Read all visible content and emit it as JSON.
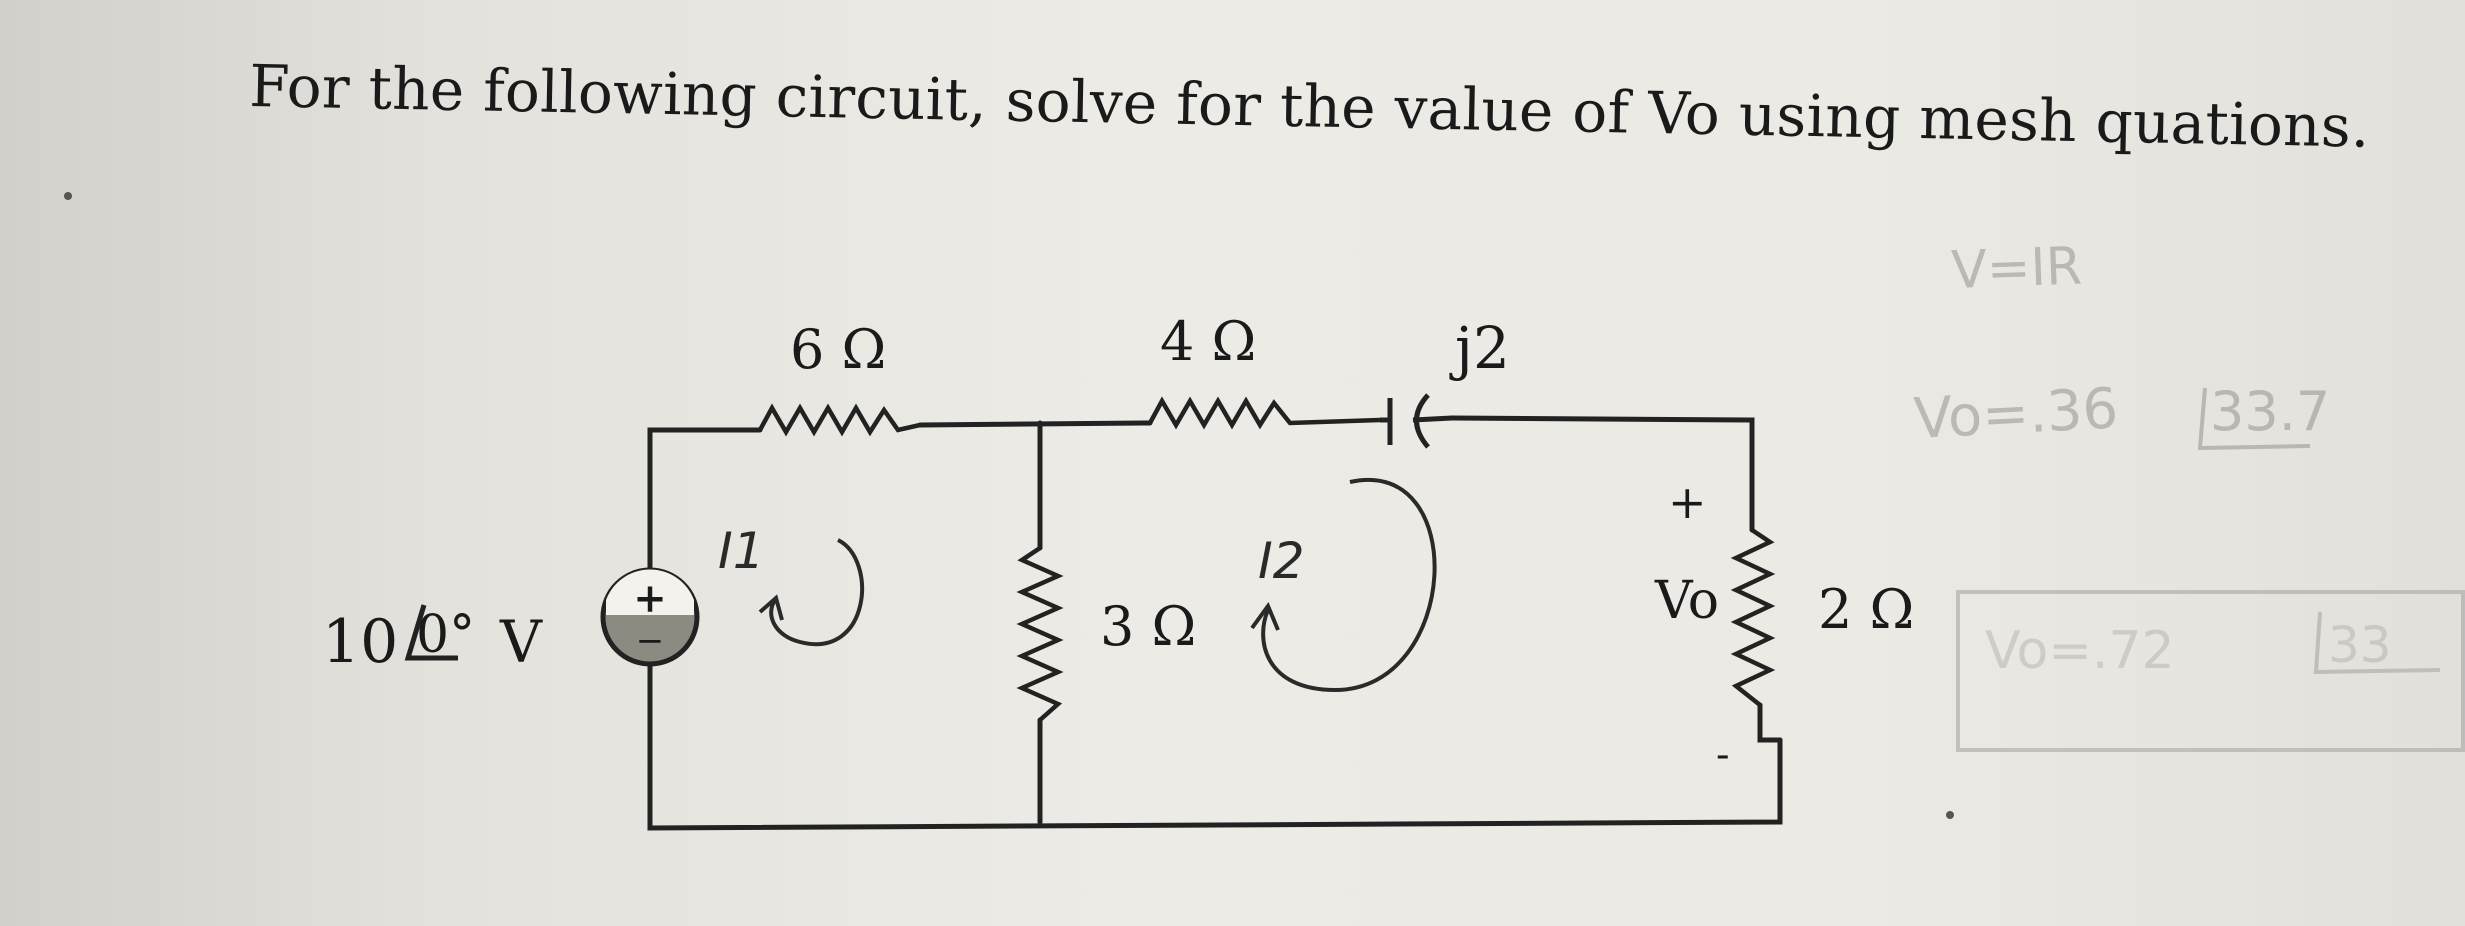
{
  "problem_statement": "For the following circuit, solve for the value of  Vo using mesh quations.",
  "circuit": {
    "source": {
      "magnitude": "10",
      "angle": "0°",
      "unit": "V",
      "plus": "+",
      "minus": "−"
    },
    "resistor_top_left": "6 Ω",
    "resistor_top_middle": "4 Ω",
    "capacitor_top": "j2",
    "resistor_middle": "3 Ω",
    "resistor_right": "2 Ω",
    "output_voltage": {
      "label": "Vo",
      "plus": "+",
      "minus": "-"
    },
    "mesh_current_1": "I1",
    "mesh_current_2": "I2"
  },
  "handwritten_notes": {
    "formula": "V=IR",
    "answer_prefix": "Vo=.36",
    "answer_angle": "33.7",
    "boxed_prefix": "Vo=.72",
    "boxed_angle": "33"
  }
}
